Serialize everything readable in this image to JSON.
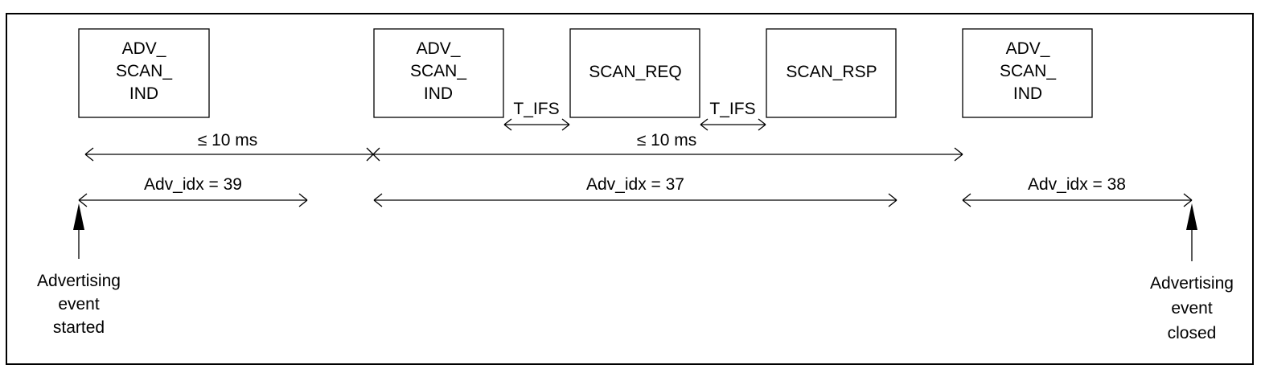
{
  "packets": [
    {
      "id": "adv1",
      "lines": [
        "ADV_",
        "SCAN_",
        "IND"
      ]
    },
    {
      "id": "adv2",
      "lines": [
        "ADV_",
        "SCAN_",
        "IND"
      ]
    },
    {
      "id": "scan-req",
      "lines": [
        "SCAN_REQ"
      ]
    },
    {
      "id": "scan-rsp",
      "lines": [
        "SCAN_RSP"
      ]
    },
    {
      "id": "adv3",
      "lines": [
        "ADV_",
        "SCAN_",
        "IND"
      ]
    }
  ],
  "tifs": [
    "T_IFS",
    "T_IFS"
  ],
  "intervals": [
    "≤ 10 ms",
    "≤ 10 ms"
  ],
  "channels": [
    "Adv_idx = 39",
    "Adv_idx = 37",
    "Adv_idx = 38"
  ],
  "events": {
    "start": [
      "Advertising",
      "event",
      "started"
    ],
    "end": [
      "Advertising",
      "event",
      "closed"
    ]
  }
}
